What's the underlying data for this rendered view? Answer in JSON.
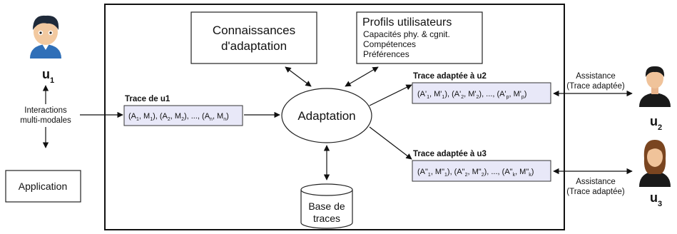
{
  "users": {
    "u1": {
      "base": "u",
      "sub": "1"
    },
    "u2": {
      "base": "u",
      "sub": "2"
    },
    "u3": {
      "base": "u",
      "sub": "3"
    }
  },
  "left": {
    "interactions": [
      "Interactions",
      "multi-modales"
    ],
    "application": "Application"
  },
  "nodes": {
    "connaissances": [
      "Connaissances",
      "d'adaptation"
    ],
    "profils_title": "Profils utilisateurs",
    "profils_items": [
      "Capacités phy. & cgnit.",
      "Compétences",
      "Préférences"
    ],
    "adaptation": "Adaptation",
    "base_traces": [
      "Base de",
      "traces"
    ]
  },
  "traces": {
    "u1_title": "Trace de u1",
    "u2_title": "Trace adaptée à u2",
    "u3_title": "Trace adaptée à u3"
  },
  "assistance": {
    "top": [
      "Assistance",
      "(Trace adaptée)"
    ],
    "bottom": [
      "Assistance",
      "(Trace adaptée)"
    ]
  },
  "colors": {
    "trace_fill": "#e8e8f8",
    "avatar_male_hair": "#1f2a3a",
    "avatar_male_shirt": "#2f6fb8",
    "avatar_female_hair": "#7a4520"
  }
}
